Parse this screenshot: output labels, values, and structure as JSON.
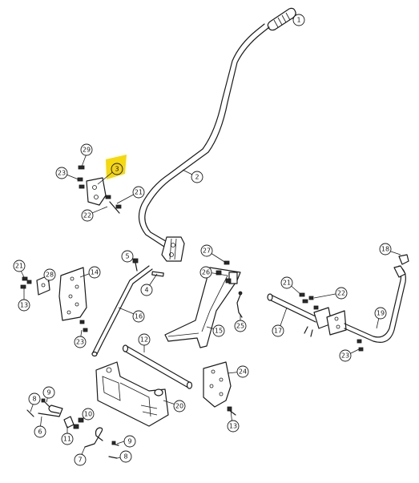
{
  "highlight_color": "#f5d90a",
  "callouts": [
    {
      "id": "c1",
      "label": "1",
      "highlighted": false
    },
    {
      "id": "c2",
      "label": "2",
      "highlighted": false
    },
    {
      "id": "c3",
      "label": "3",
      "highlighted": true
    },
    {
      "id": "c4",
      "label": "4",
      "highlighted": false
    },
    {
      "id": "c5",
      "label": "5",
      "highlighted": false
    },
    {
      "id": "c6",
      "label": "6",
      "highlighted": false
    },
    {
      "id": "c7",
      "label": "7",
      "highlighted": false
    },
    {
      "id": "c8a",
      "label": "8",
      "highlighted": false
    },
    {
      "id": "c8b",
      "label": "8",
      "highlighted": false
    },
    {
      "id": "c9a",
      "label": "9",
      "highlighted": false
    },
    {
      "id": "c9b",
      "label": "9",
      "highlighted": false
    },
    {
      "id": "c10",
      "label": "10",
      "highlighted": false
    },
    {
      "id": "c11",
      "label": "11",
      "highlighted": false
    },
    {
      "id": "c12",
      "label": "12",
      "highlighted": false
    },
    {
      "id": "c13a",
      "label": "13",
      "highlighted": false
    },
    {
      "id": "c13b",
      "label": "13",
      "highlighted": false
    },
    {
      "id": "c14",
      "label": "14",
      "highlighted": false
    },
    {
      "id": "c15",
      "label": "15",
      "highlighted": false
    },
    {
      "id": "c16",
      "label": "16",
      "highlighted": false
    },
    {
      "id": "c17",
      "label": "17",
      "highlighted": false
    },
    {
      "id": "c18",
      "label": "18",
      "highlighted": false
    },
    {
      "id": "c19",
      "label": "19",
      "highlighted": false
    },
    {
      "id": "c20",
      "label": "20",
      "highlighted": false
    },
    {
      "id": "c21a",
      "label": "21",
      "highlighted": false
    },
    {
      "id": "c21b",
      "label": "21",
      "highlighted": false
    },
    {
      "id": "c21c",
      "label": "21",
      "highlighted": false
    },
    {
      "id": "c22a",
      "label": "22",
      "highlighted": false
    },
    {
      "id": "c22b",
      "label": "22",
      "highlighted": false
    },
    {
      "id": "c23a",
      "label": "23",
      "highlighted": false
    },
    {
      "id": "c23b",
      "label": "23",
      "highlighted": false
    },
    {
      "id": "c23c",
      "label": "23",
      "highlighted": false
    },
    {
      "id": "c24",
      "label": "24",
      "highlighted": false
    },
    {
      "id": "c25",
      "label": "25",
      "highlighted": false
    },
    {
      "id": "c26",
      "label": "26",
      "highlighted": false
    },
    {
      "id": "c27",
      "label": "27",
      "highlighted": false
    },
    {
      "id": "c28",
      "label": "28",
      "highlighted": false
    },
    {
      "id": "c29",
      "label": "29",
      "highlighted": false
    }
  ]
}
